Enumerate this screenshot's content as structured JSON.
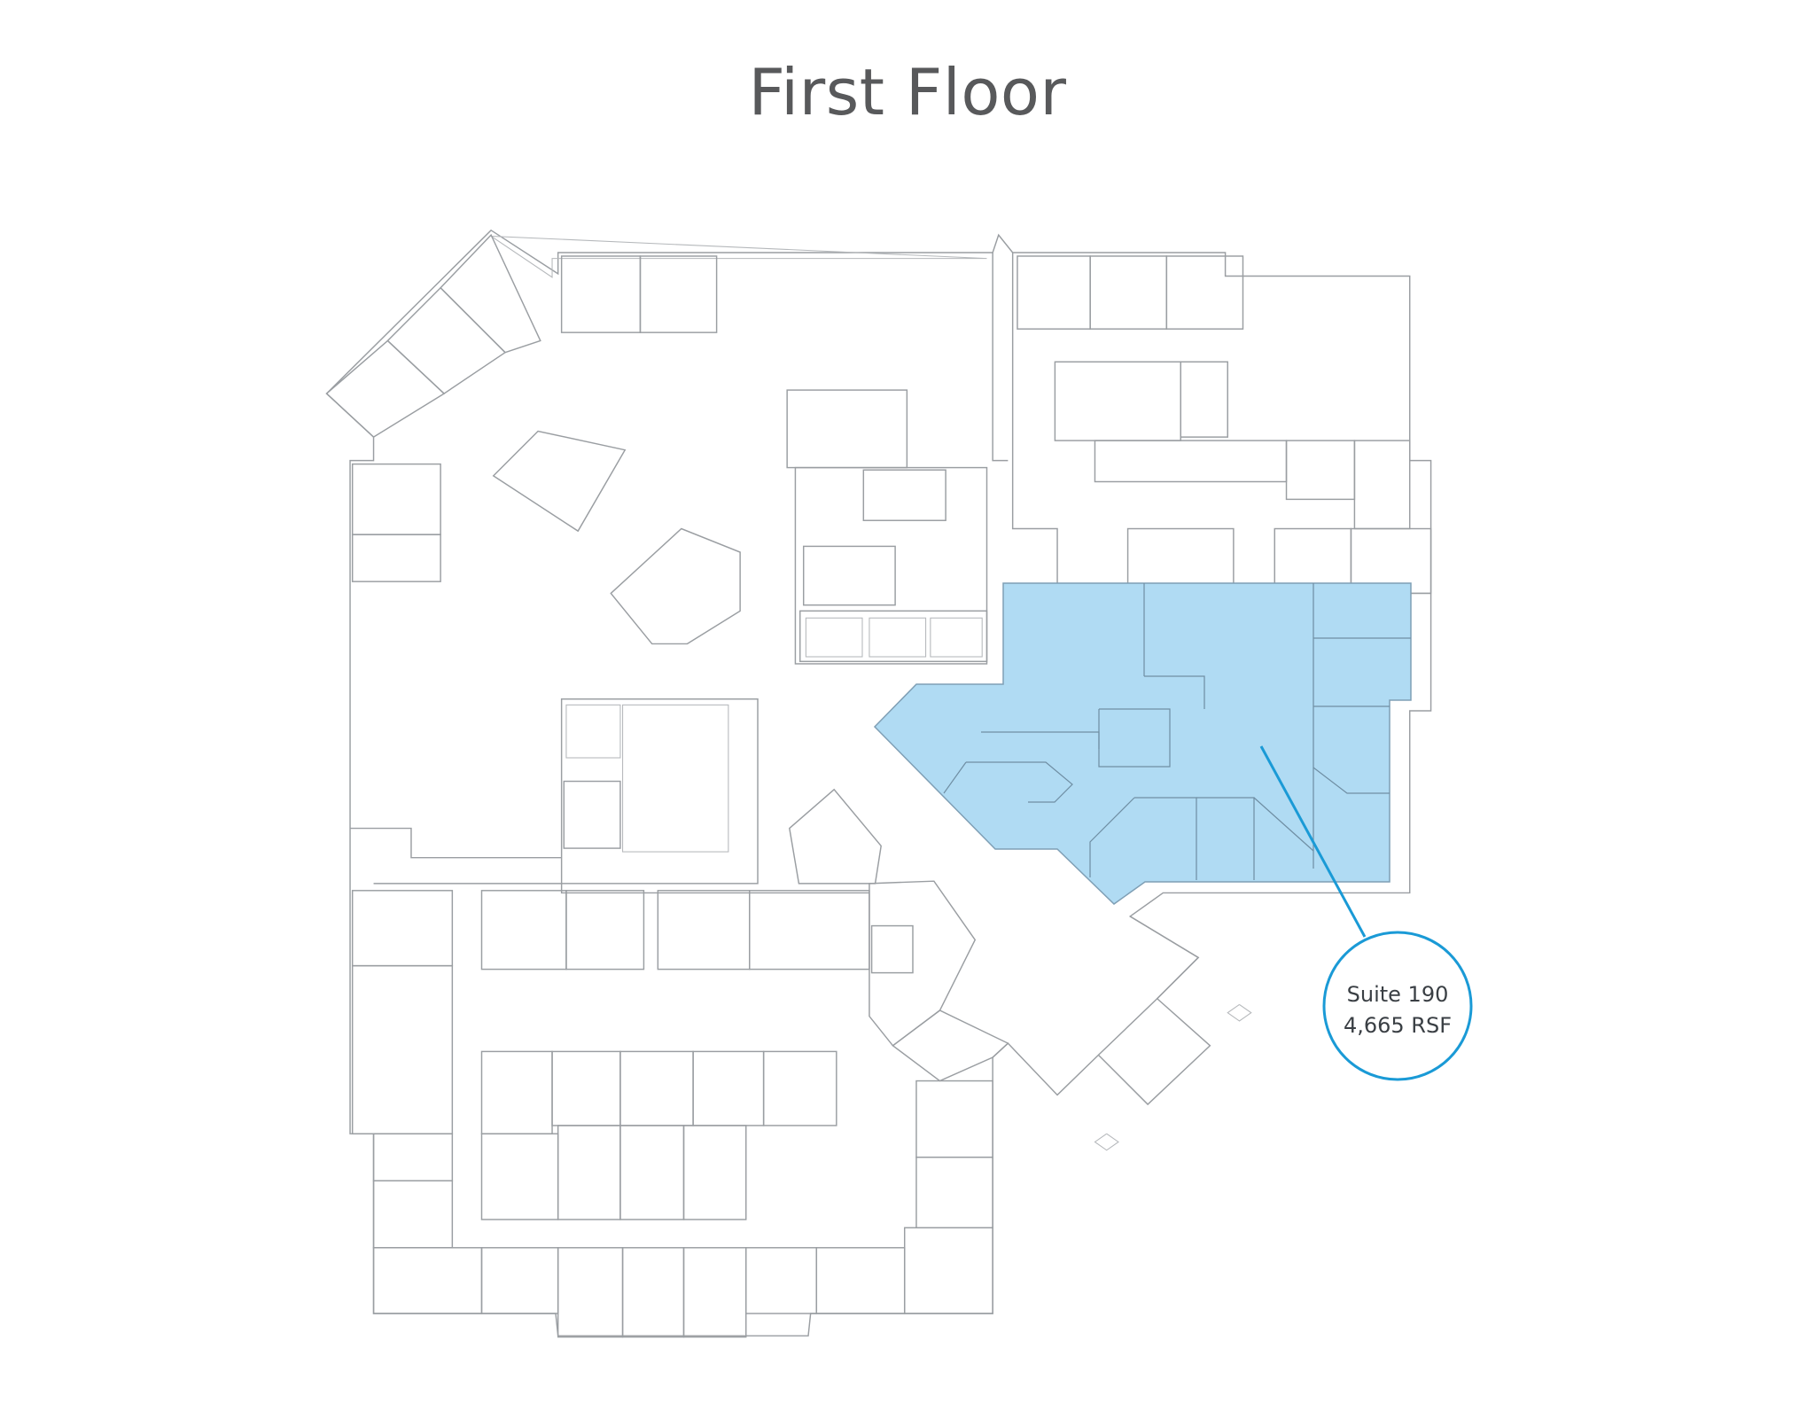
{
  "title": "First Floor",
  "suite": {
    "name": "Suite 190",
    "area": "4,665 RSF",
    "highlight_color": "#b0dbf3",
    "callout_color": "#1a9ad6"
  }
}
